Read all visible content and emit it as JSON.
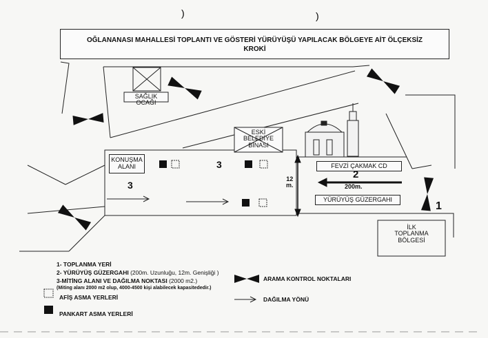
{
  "title": {
    "line1": "OĞLANANASI  MAHALLESİ TOPLANTI VE GÖSTERİ YÜRÜYÜŞÜ YAPILACAK BÖLGEYE AİT ÖLÇEKSİZ",
    "line2": "KROKİ"
  },
  "buildings": {
    "saglik_ocagi": "SAĞLIK OCAĞI",
    "eski_belediye_line1": "ESKİ",
    "eski_belediye_line2": "BELEDİYE",
    "eski_belediye_line3": "BİNASI"
  },
  "areas": {
    "konusma_line1": "KONUŞMA",
    "konusma_line2": "ALANI",
    "ilk_line1": "İLK",
    "ilk_line2": "TOPLANMA",
    "ilk_line3": "BÖLGESİ"
  },
  "streets": {
    "fevzi": "FEVZİ ÇAKMAK  CD",
    "guzergah": "YÜRÜYÜŞ GÜZERGAHI"
  },
  "measurements": {
    "width_value": "12",
    "width_unit": "m.",
    "length": "200m."
  },
  "zone_numbers": {
    "z1": "1",
    "z2": "2",
    "z3_left": "3",
    "z3_mid": "3"
  },
  "legend": {
    "item1": "1- TOPLANMA YERİ",
    "item2_main": "2- YÜRÜYÜŞ GÜZERGAHI",
    "item2_detail": " (200m. Uzunluğu, 12m. Genişliği )",
    "item3_main": "3-MİTİNG ALANI VE DAĞILMA NOKTASI",
    "item3_detail": " (2000 m2.)",
    "item3_note": "(Miting alanı 2000 m2 olup, 4000-4500 kişi alabilecek kapasitededir.)",
    "afis": "AFİŞ ASMA YERLERİ",
    "pankart": "PANKART ASMA YERLERİ",
    "arama": "ARAMA KONTROL NOKTALARI",
    "dagilma": "DAĞILMA YÖNÜ"
  }
}
